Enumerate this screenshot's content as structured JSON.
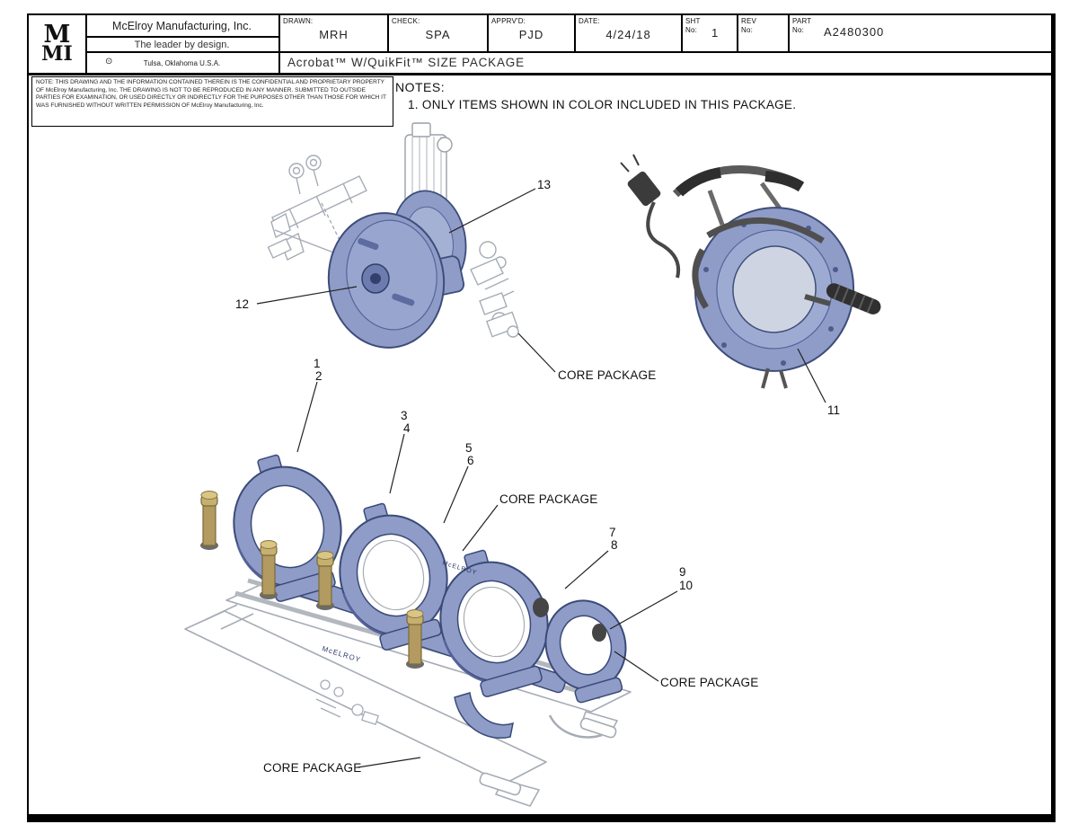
{
  "title_block": {
    "logo_top": "M",
    "logo_bottom": "MI",
    "company": "McElroy Manufacturing, Inc.",
    "tagline": "The leader by design.",
    "location_mark": "⊙",
    "location": "Tulsa, Oklahoma U.S.A.",
    "fields": {
      "drawn_label": "DRAWN:",
      "drawn_value": "MRH",
      "check_label": "CHECK:",
      "check_value": "SPA",
      "apprvd_label": "APPRV'D:",
      "apprvd_value": "PJD",
      "date_label": "DATE:",
      "date_value": "4/24/18",
      "sht_label": "SHT",
      "sht_no_label": "No:",
      "sht_value": "1",
      "rev_label": "REV",
      "rev_no_label": "No:",
      "rev_value": "",
      "part_label": "PART",
      "part_no_label": "No:",
      "part_value": "A2480300"
    },
    "drawing_title": "Acrobat™ W/QuikFit™ SIZE PACKAGE"
  },
  "confidential_note": "NOTE: THIS DRAWING AND THE INFORMATION CONTAINED THEREIN IS THE CONFIDENTIAL AND PROPRIETARY PROPERTY OF McElroy Manufacturing, Inc. THE DRAWING IS NOT TO BE REPRODUCED IN ANY MANNER. SUBMITTED TO OUTSIDE PARTIES FOR EXAMINATION, OR USED DIRECTLY OR INDIRECTLY FOR THE PURPOSES OTHER THAN THOSE FOR WHICH IT WAS FURNISHED WITHOUT WRITTEN PERMISSION OF McElroy Manufacturing, Inc.",
  "notes": {
    "heading": "NOTES:",
    "item1": "1. ONLY ITEMS SHOWN IN COLOR INCLUDED IN THIS PACKAGE."
  },
  "callouts": {
    "c1": "1",
    "c2": "2",
    "c3": "3",
    "c4": "4",
    "c5": "5",
    "c6": "6",
    "c7": "7",
    "c8": "8",
    "c9": "9",
    "c10": "10",
    "c11": "11",
    "c12": "12",
    "c13": "13"
  },
  "labels": {
    "core_package_top": "CORE PACKAGE",
    "core_package_mid": "CORE PACKAGE",
    "core_package_right": "CORE PACKAGE",
    "core_package_bottom": "CORE PACKAGE",
    "machine_brand": "McELROY"
  },
  "colors": {
    "package_blue": "#8e9cc7",
    "package_blue_dark": "#3d4d7a",
    "brass": "#b29a60",
    "uncolored_outline": "#a6acb5",
    "handle_dark": "#3a3a3a"
  }
}
